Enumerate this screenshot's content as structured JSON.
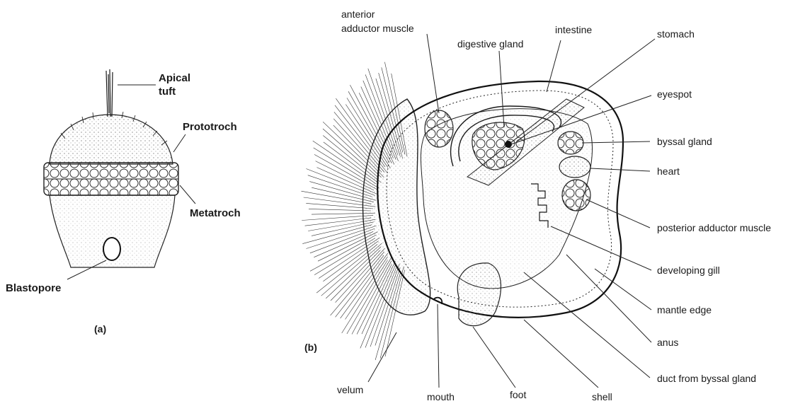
{
  "panel_a": {
    "caption": "(a)",
    "labels": {
      "apical_tuft_line1": "Apical",
      "apical_tuft_line2": "tuft",
      "prototroch": "Prototroch",
      "metatroch": "Metatroch",
      "blastopore": "Blastopore"
    }
  },
  "panel_b": {
    "caption": "(b)",
    "labels": {
      "anterior_adductor_line1": "anterior",
      "anterior_adductor_line2": "adductor muscle",
      "digestive_gland": "digestive gland",
      "intestine": "intestine",
      "stomach": "stomach",
      "eyespot": "eyespot",
      "byssal_gland": "byssal gland",
      "heart": "heart",
      "posterior_adductor_muscle": "posterior adductor muscle",
      "developing_gill": "developing gill",
      "mantle_edge": "mantle edge",
      "anus": "anus",
      "duct_from_byssal_gland": "duct from byssal gland",
      "velum": "velum",
      "mouth": "mouth",
      "foot": "foot",
      "shell": "shell"
    }
  }
}
